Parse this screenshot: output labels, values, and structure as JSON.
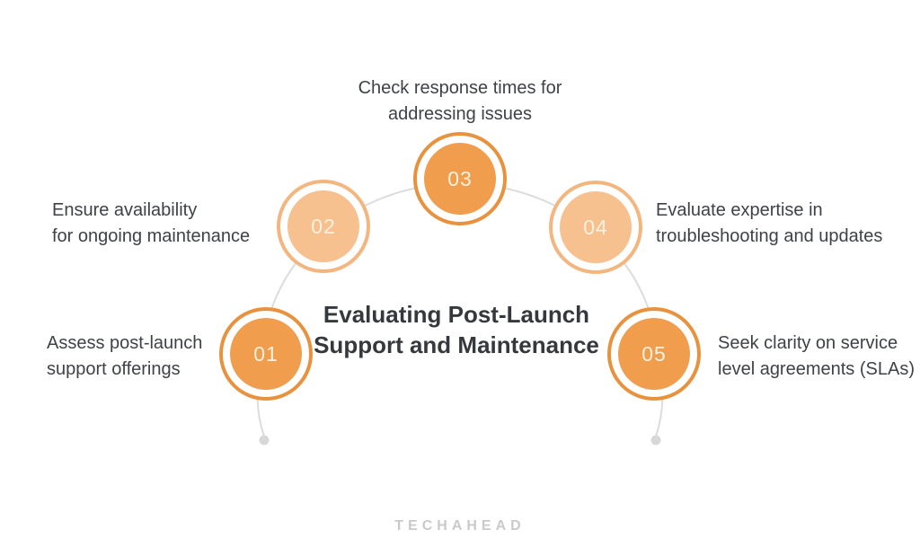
{
  "title": {
    "line1": "Evaluating Post-Launch",
    "line2": "Support and Maintenance"
  },
  "steps": [
    {
      "number": "01",
      "line1": "Assess post-launch",
      "line2": "support offerings",
      "tone": "dark"
    },
    {
      "number": "02",
      "line1": "Ensure availability",
      "line2": "for ongoing maintenance",
      "tone": "light"
    },
    {
      "number": "03",
      "line1": "Check response times for",
      "line2": "addressing issues",
      "tone": "dark"
    },
    {
      "number": "04",
      "line1": "Evaluate expertise in",
      "line2": "troubleshooting and updates",
      "tone": "light"
    },
    {
      "number": "05",
      "line1": "Seek clarity on service",
      "line2": "level agreements (SLAs)",
      "tone": "dark"
    }
  ],
  "brand": {
    "name": "TECHAHEAD"
  },
  "colors": {
    "fill_dark": "#f09d4e",
    "ring_dark": "#e8923e",
    "fill_light": "#f6c08f",
    "ring_light": "#f3b67f",
    "number_text": "#faf1de",
    "label_text": "#3e4247",
    "title_text": "#35393e",
    "arc_line": "#dcdcdc",
    "arc_dot": "#d8d8d8",
    "brand_text": "#c9cacb"
  }
}
